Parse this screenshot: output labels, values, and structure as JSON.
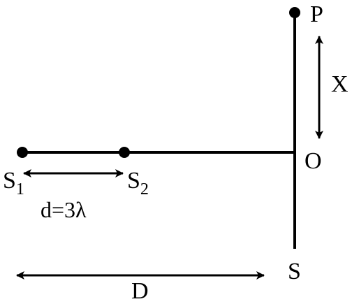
{
  "labels": {
    "point_p": "P",
    "point_o": "O",
    "screen": "S",
    "distance_x": "X",
    "distance_d": "D",
    "source_1_letter": "S",
    "source_1_sub": "1",
    "source_2_letter": "S",
    "source_2_sub": "2",
    "separation": "d=3λ"
  },
  "colors": {
    "ink": "#000000",
    "background": "#ffffff"
  }
}
